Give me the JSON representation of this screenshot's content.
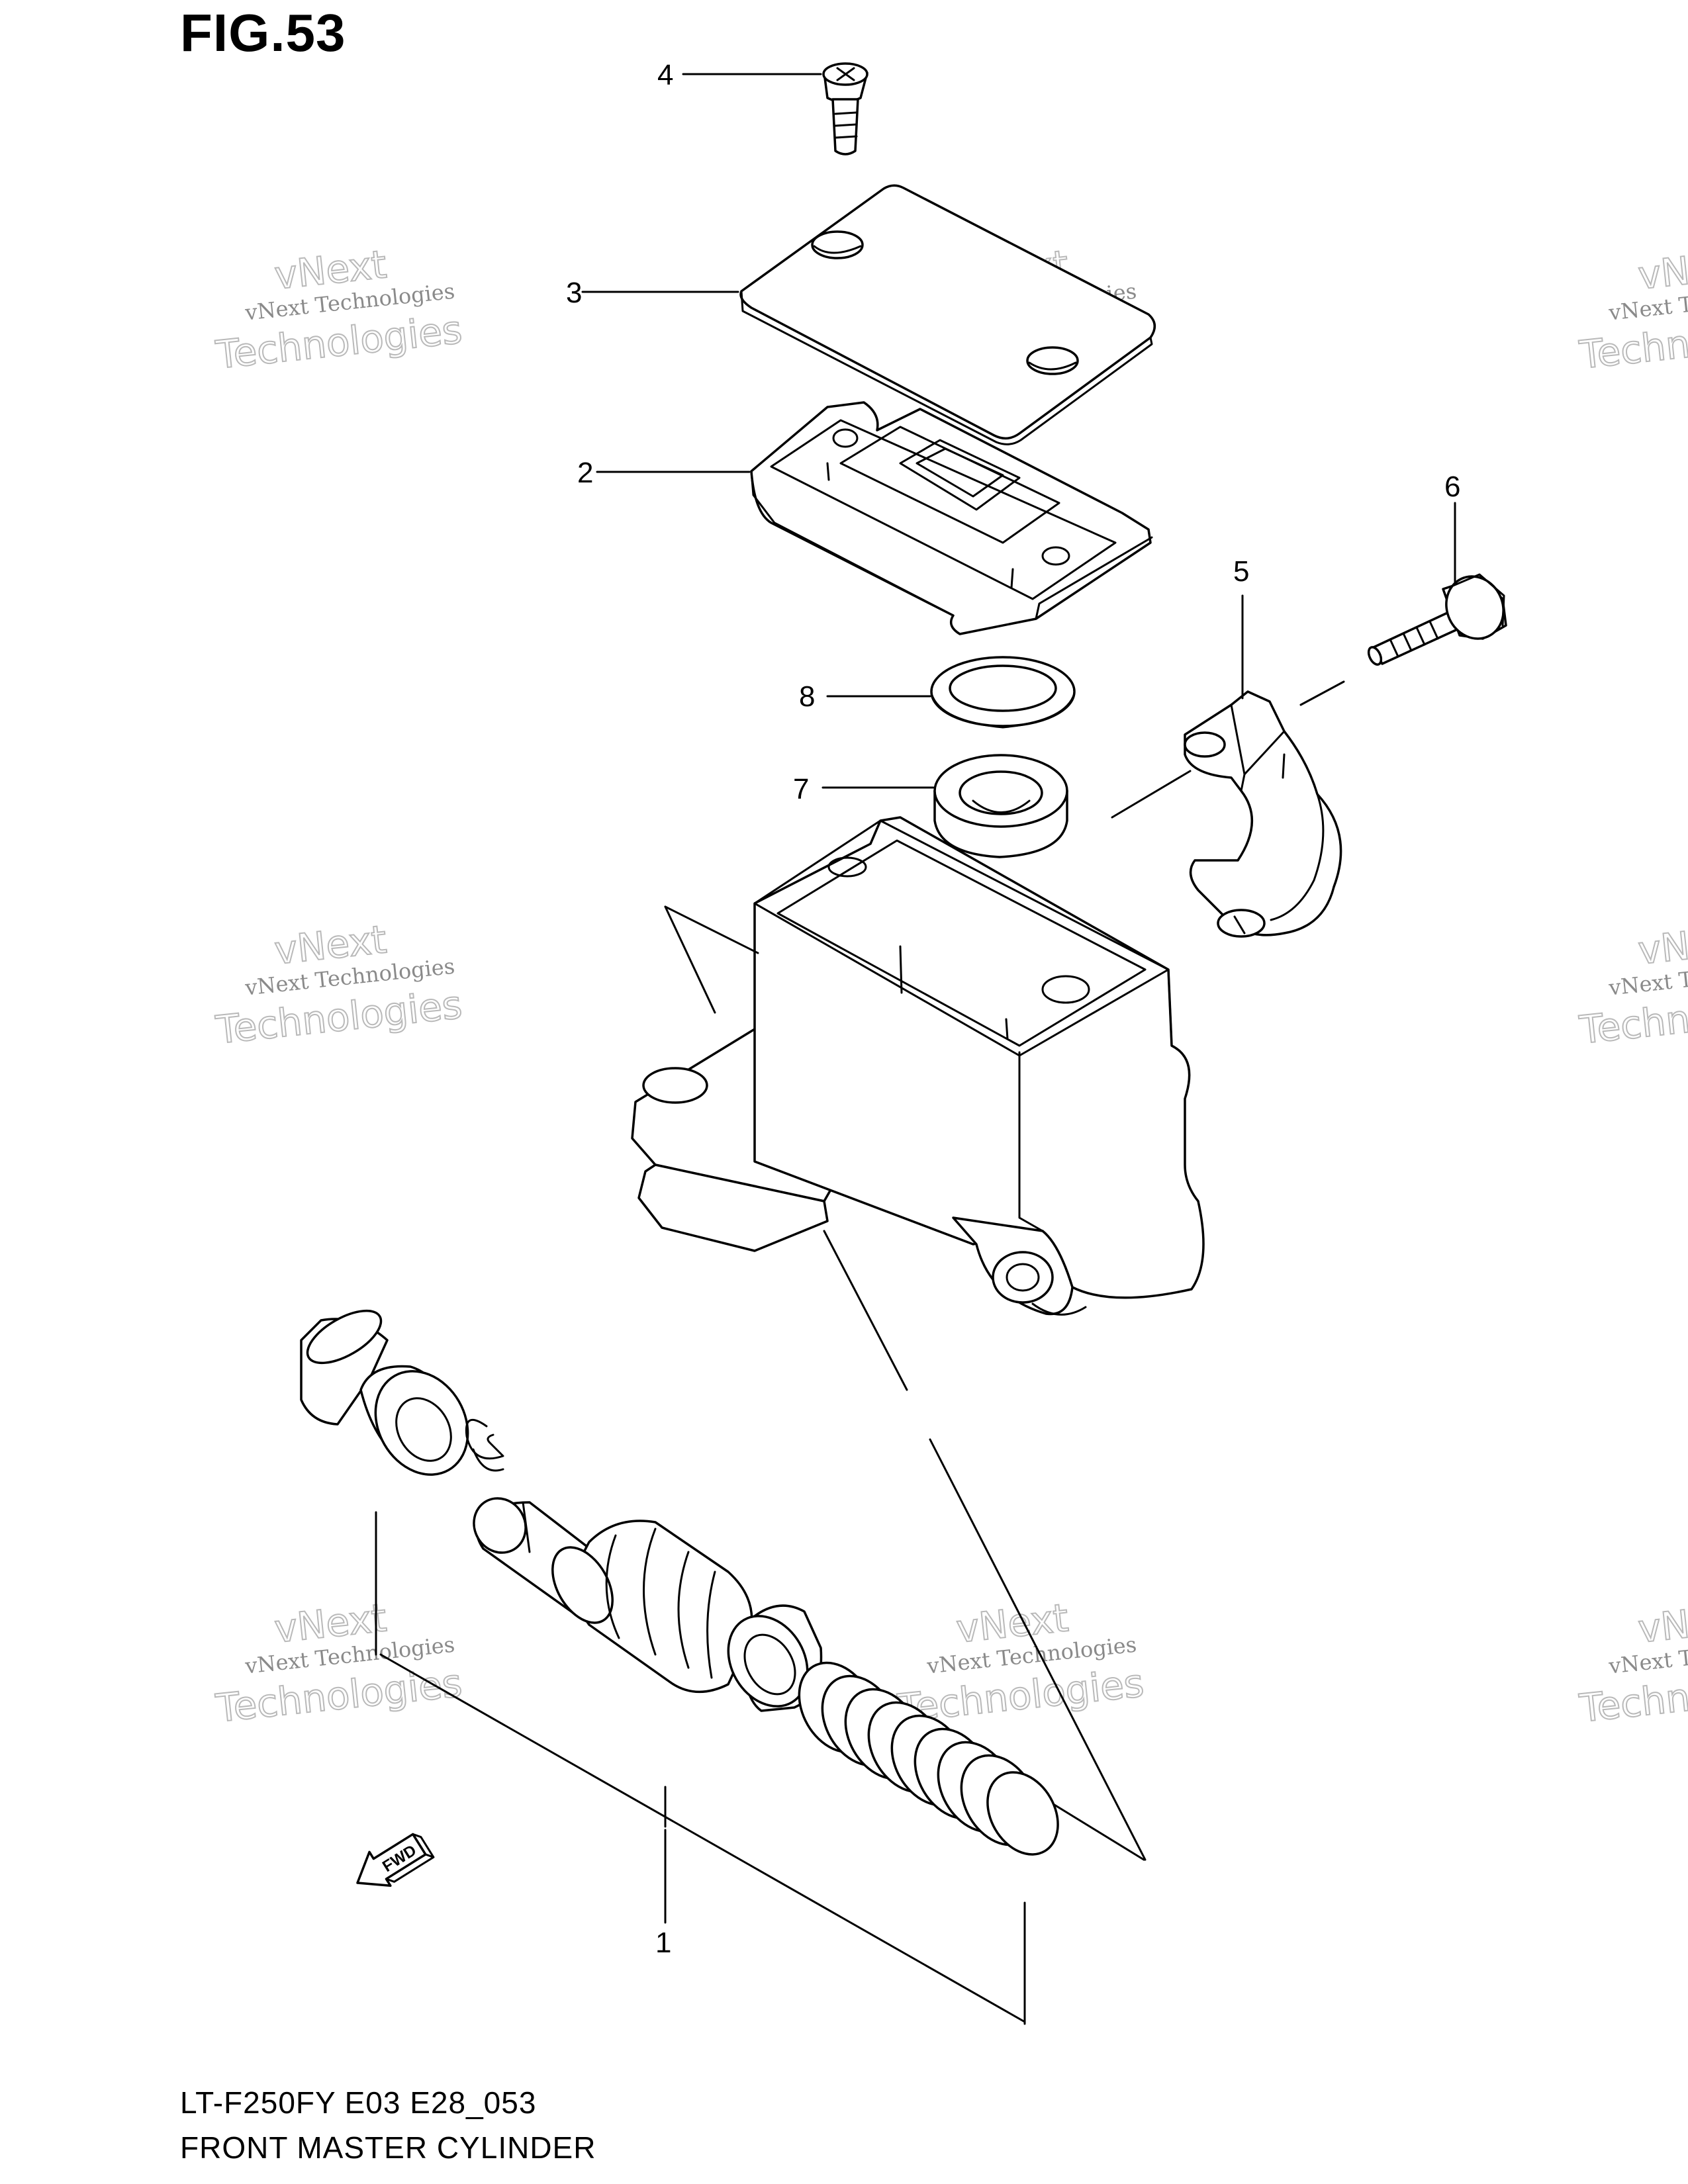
{
  "figure": {
    "title": "FIG.53",
    "model_code": "LT-F250FY E03 E28_053",
    "name": "FRONT MASTER CYLINDER"
  },
  "callouts": [
    "1",
    "2",
    "3",
    "4",
    "5",
    "6",
    "7",
    "8"
  ],
  "fwd_label": "FWD",
  "watermark": {
    "line1": "vNext Technologies",
    "line2": "vNext",
    "line3": "Technologies",
    "color": "#b9b9b9"
  }
}
